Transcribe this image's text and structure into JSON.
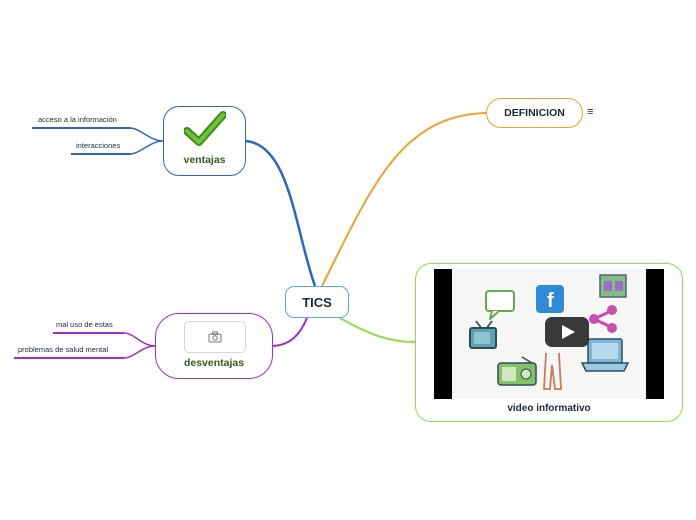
{
  "central": {
    "label": "TICS"
  },
  "definicion": {
    "label": "DEFINICION",
    "icon": "menu-icon"
  },
  "ventajas": {
    "label": "ventajas",
    "icon": "checkmark-icon",
    "children": [
      "acceso a la información",
      "interacciones"
    ]
  },
  "desventajas": {
    "label": "desventajas",
    "icon": "camera-icon",
    "children": [
      "mal uso de estas",
      "problemas de salud mental"
    ]
  },
  "video": {
    "label": "video informativo",
    "icon": "play-icon"
  },
  "colors": {
    "central": "#5aa9d6",
    "definicion": "#f0a226",
    "ventajas": "#2a66c6",
    "desventajas": "#a52bcc",
    "video": "#8de04a"
  }
}
